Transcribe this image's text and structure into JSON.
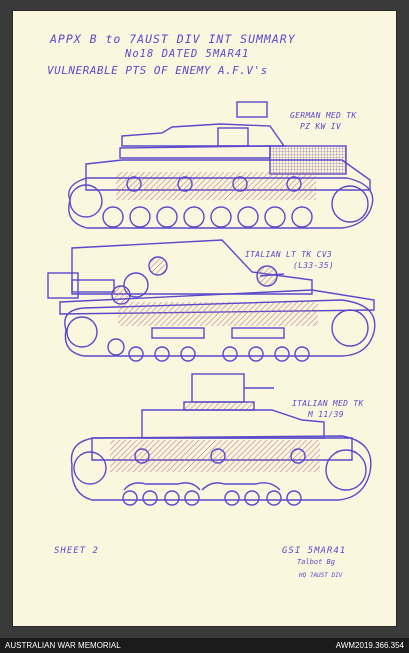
{
  "header": {
    "line1": "APPX B to 7AUST DIV INT SUMMARY",
    "line2": "No18 DATED 5MAR41",
    "line3": "VULNERABLE PTS OF ENEMY A.F.V's"
  },
  "tanks": [
    {
      "label_top": "GERMAN MED TK",
      "label_bottom": "PZ KW IV"
    },
    {
      "label_top": "ITALIAN LT TK CV3",
      "label_bottom": "(L33-35)"
    },
    {
      "label_top": "ITALIAN MED TK",
      "label_bottom": "M 11/39"
    }
  ],
  "sheet_label": "SHEET 2",
  "gsi_stamp": "GSI 5MAR41",
  "signature": "Talbot Bg",
  "signature_unit": "HQ 7AUST DIV",
  "footer": {
    "left": "AUSTRALIAN WAR MEMORIAL",
    "right": "AWM2019.366.354"
  },
  "colors": {
    "ink": "#5b49c9",
    "hatch": "#c07a88",
    "paper": "#fbf7df"
  }
}
